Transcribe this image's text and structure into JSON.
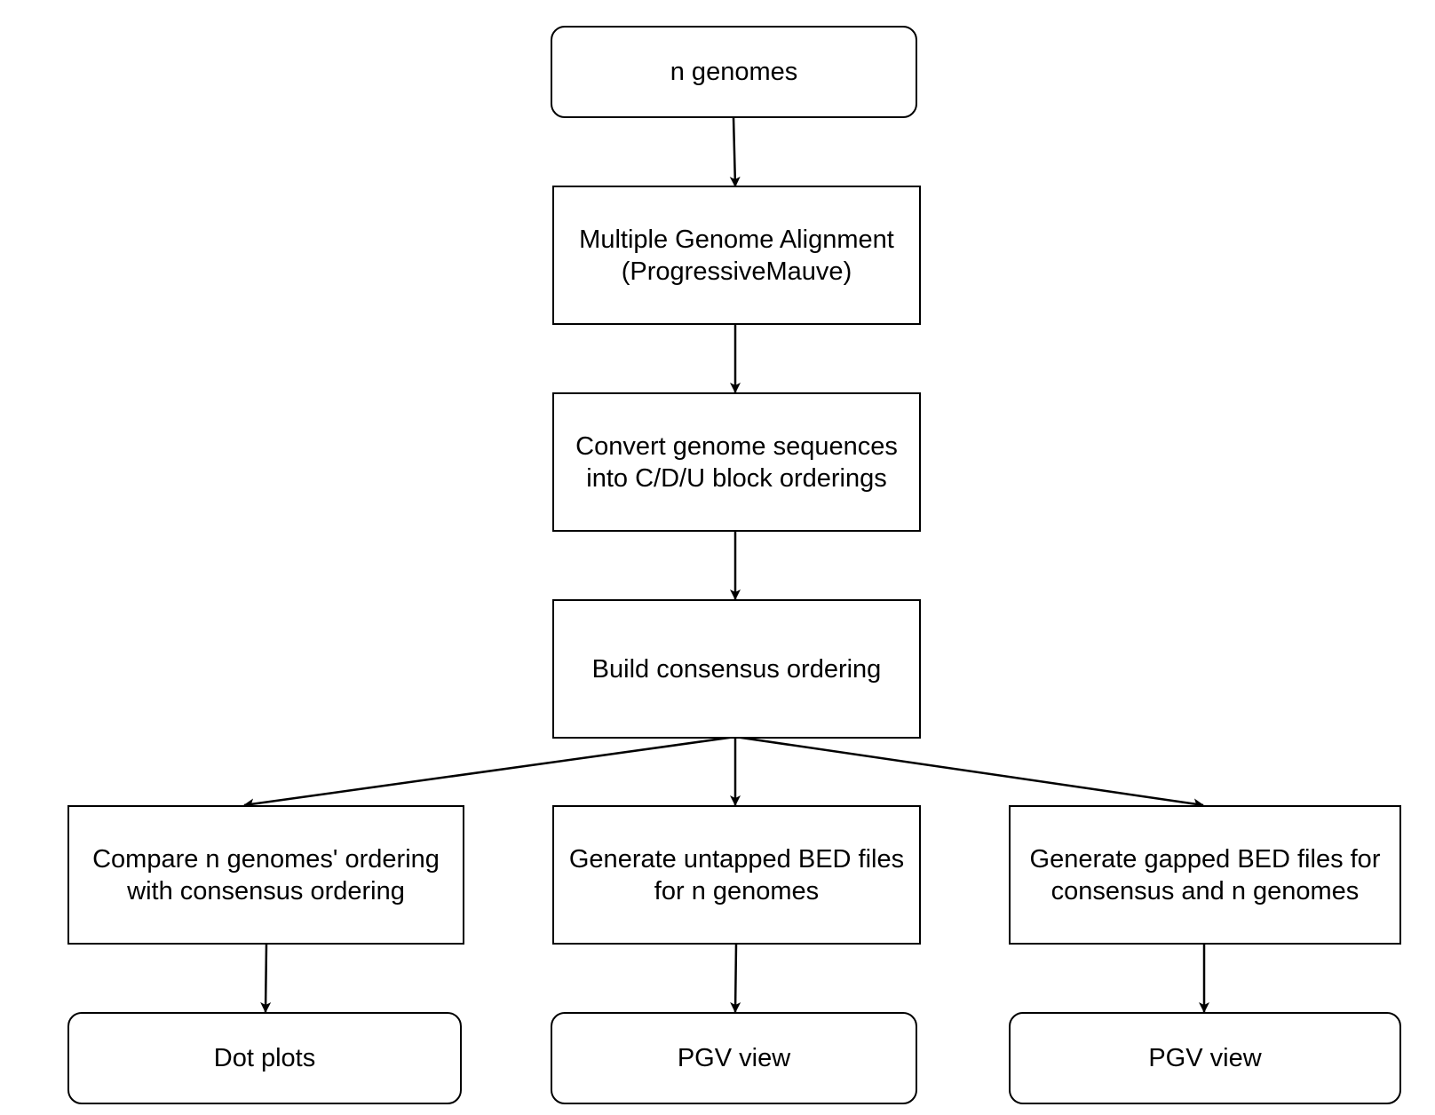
{
  "diagram": {
    "nodes": {
      "n_genomes": "n genomes",
      "alignment": "Multiple Genome Alignment\n(ProgressiveMauve)",
      "convert": "Convert genome sequences\ninto C/D/U block orderings",
      "consensus": "Build consensus ordering",
      "compare": "Compare n genomes' ordering\nwith consensus ordering",
      "untapped": "Generate untapped BED files\nfor n genomes",
      "gapped": "Generate gapped BED files for\nconsensus and n genomes",
      "dot_plots": "Dot plots",
      "pgv_view_1": "PGV view",
      "pgv_view_2": "PGV view"
    },
    "edges": [
      [
        "n_genomes",
        "alignment"
      ],
      [
        "alignment",
        "convert"
      ],
      [
        "convert",
        "consensus"
      ],
      [
        "consensus",
        "compare"
      ],
      [
        "consensus",
        "untapped"
      ],
      [
        "consensus",
        "gapped"
      ],
      [
        "compare",
        "dot_plots"
      ],
      [
        "untapped",
        "pgv_view_1"
      ],
      [
        "gapped",
        "pgv_view_2"
      ]
    ],
    "colors": {
      "stroke": "#000000",
      "fill": "#ffffff",
      "text": "#000000"
    }
  }
}
